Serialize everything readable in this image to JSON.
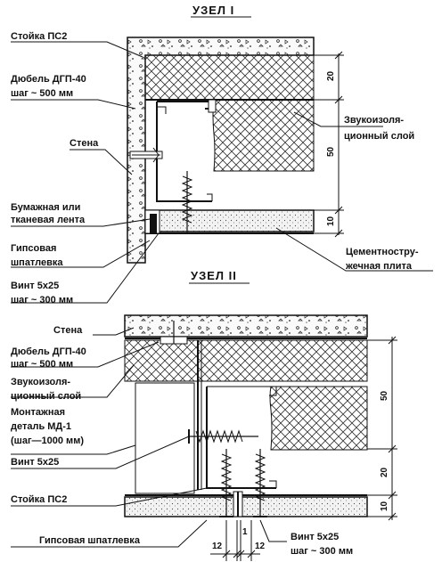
{
  "node1": {
    "title": "УЗЕЛ  I",
    "labels": {
      "stoyka": "Стойка ПС2",
      "dyubel_1": "Дюбель ДГП-40",
      "dyubel_2": "шаг ~ 500 мм",
      "stena": "Стена",
      "lenta_1": "Бумажная или",
      "lenta_2": "тканевая лента",
      "gips_1": "Гипсовая",
      "gips_2": "шпатлевка",
      "vint_1": "Винт 5х25",
      "vint_2": "шаг ~ 300 мм",
      "zvuk_1": "Звукоизоля-",
      "zvuk_2": "ционный слой",
      "cem_1": "Цементностру-",
      "cem_2": "жечная плита"
    },
    "dims": {
      "d20": "20",
      "d50": "50",
      "d10": "10"
    }
  },
  "node2": {
    "title": "УЗЕЛ  II",
    "labels": {
      "stena": "Стена",
      "dyubel_1": "Дюбель ДГП-40",
      "dyubel_2": "шаг ~ 500 мм",
      "zvuk_1": "Звукоизоля-",
      "zvuk_2": "ционный слой",
      "mont_1": "Монтажная",
      "mont_2": "деталь МД-1",
      "mont_3": "(шаг—1000 мм)",
      "vint": "Винт 5х25",
      "stoyka": "Стойка ПС2",
      "gips": "Гипсовая шпатлевка",
      "vint_1": "Винт 5х25",
      "vint_2": "шаг ~ 300 мм"
    },
    "dims": {
      "d50": "50",
      "d20": "20",
      "d10": "10",
      "d12a": "12",
      "d12b": "12",
      "d1": "1"
    }
  },
  "colors": {
    "ink": "#111111",
    "hatch": "#333333",
    "fill_light": "#f4f4f4"
  }
}
